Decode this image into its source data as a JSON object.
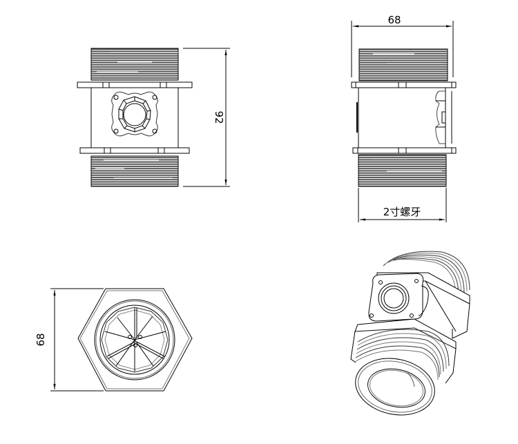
{
  "drawing": {
    "subject": "flow sensor body",
    "views": {
      "front": {
        "dimension_height": "92"
      },
      "side": {
        "dimension_width": "68",
        "thread_label": "2寸螺牙"
      },
      "end": {
        "dimension_height": "68"
      },
      "isometric": {}
    }
  },
  "colors": {
    "line": "#000000",
    "thread_fill": "#6b6b6b",
    "background": "#ffffff"
  }
}
